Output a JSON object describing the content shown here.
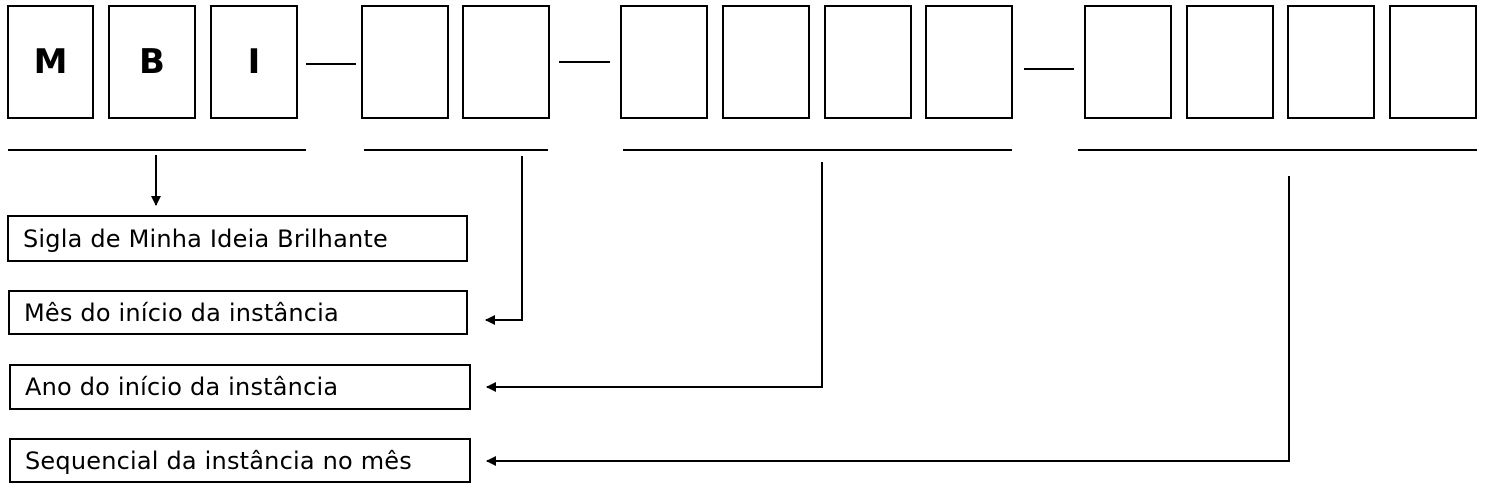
{
  "segments": {
    "sigla": {
      "cells": [
        "M",
        "B",
        "I"
      ]
    },
    "mes": {
      "cells": [
        "",
        ""
      ]
    },
    "ano": {
      "cells": [
        "",
        "",
        "",
        ""
      ]
    },
    "sequencial": {
      "cells": [
        "",
        "",
        "",
        ""
      ]
    }
  },
  "labels": {
    "sigla": "Sigla de Minha Ideia Brilhante",
    "mes": "Mês do início da instância",
    "ano": "Ano do início da instância",
    "sequencial": "Sequencial da instância no mês"
  },
  "colors": {
    "stroke": "#000000",
    "background": "#ffffff"
  }
}
